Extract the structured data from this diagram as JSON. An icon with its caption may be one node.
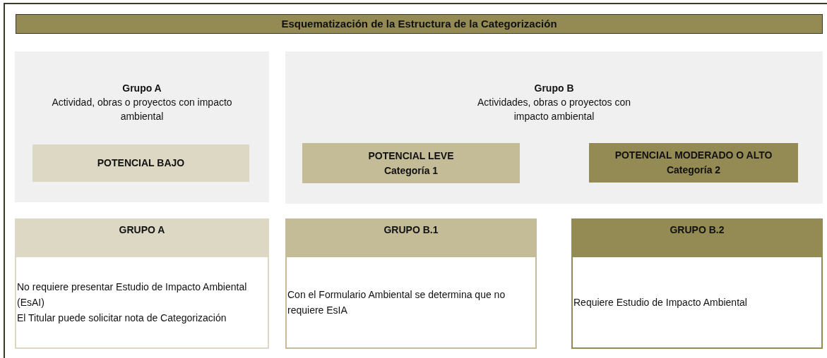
{
  "diagram": {
    "title": "Esquematización de la Estructura de la Categorización",
    "nodes": [
      {
        "text": [
          "Grupo A",
          "Actividad, obras o proyectos con impacto ambiental"
        ]
      },
      {
        "text": [
          "POTENCIAL BAJO"
        ],
        "in": 0
      },
      {
        "text": [
          "Grupo B",
          "Actividades, obras o proyectos con impacto ambiental"
        ]
      },
      {
        "text": [
          "POTENCIAL LEVE",
          "Categoría 1"
        ],
        "in": 2
      },
      {
        "text": [
          "POTENCIAL MODERADO O ALTO",
          "Categoría 2"
        ],
        "in": 2
      },
      {
        "text": [
          "GRUPO A",
          "No requiere presentar Estudio de Impacto Ambiental (EsAI)",
          "El Titular puede solicitar nota de Categorización"
        ]
      },
      {
        "text": [
          "GRUPO B.1",
          "Con el Formulario Ambiental se determina que no requiere EsIA"
        ]
      },
      {
        "text": [
          "GRUPO B.2",
          "Requiere Estudio de Impacto Ambiental"
        ]
      }
    ]
  }
}
